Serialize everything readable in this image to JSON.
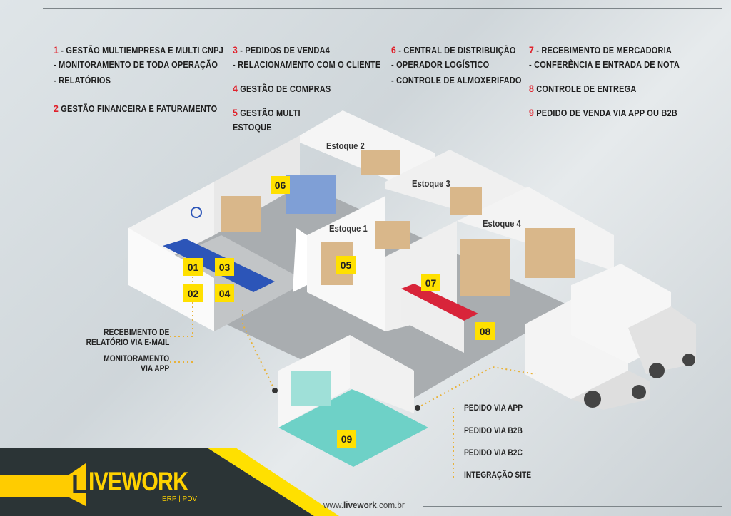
{
  "features": {
    "col1": [
      {
        "num": "1",
        "text": " - GESTÃO MULTIEMPRESA E MULTI CNPJ"
      },
      {
        "text": "- MONITORAMENTO DE TODA OPERAÇÃO"
      },
      {
        "text": "- RELATÓRIOS"
      },
      {
        "num": "2",
        "text": " GESTÃO FINANCEIRA E FATURAMENTO"
      }
    ],
    "col2": [
      {
        "num": "3",
        "text": " - PEDIDOS DE VENDA4"
      },
      {
        "text": "- RELACIONAMENTO COM O CLIENTE"
      },
      {
        "num": "4",
        "text": " GESTÃO DE COMPRAS"
      },
      {
        "num": "5",
        "text": " GESTÃO MULTI"
      },
      {
        "text": "ESTOQUE"
      }
    ],
    "col3": [
      {
        "num": "6",
        "text": " - CENTRAL DE DISTRIBUIÇÃO"
      },
      {
        "text": "- OPERADOR LOGÍSTICO"
      },
      {
        "text": "- CONTROLE DE ALMOXERIFADO"
      }
    ],
    "col4": [
      {
        "num": "7",
        "text": " - RECEBIMENTO DE MERCADORIA"
      },
      {
        "text": "- CONFERÊNCIA E ENTRADA DE NOTA"
      },
      {
        "num": "8",
        "text": " CONTROLE DE ENTREGA"
      },
      {
        "num": "9",
        "text": " PEDIDO DE VENDA VIA APP OU B2B"
      }
    ]
  },
  "rooms": [
    "Estoque 1",
    "Estoque 2",
    "Estoque 3",
    "Estoque 4"
  ],
  "badges": [
    "01",
    "02",
    "03",
    "04",
    "05",
    "06",
    "07",
    "08",
    "09"
  ],
  "left_labels": {
    "email_1": "RECEBIMENTO DE",
    "email_2": "RELATÓRIO VIA E-MAIL",
    "app_1": "MONITORAMENTO",
    "app_2": "VIA APP"
  },
  "right_labels": [
    "PEDIDO VIA APP",
    "PEDIDO VIA B2B",
    "PEDIDO VIA B2C",
    "INTEGRAÇÃO SITE"
  ],
  "brand": {
    "name": "IVEWORK",
    "initial": "L",
    "sub": "ERP | PDV",
    "url_pre": "www.",
    "url_main": "livework",
    "url_post": ".com.br"
  },
  "colors": {
    "accent": "#ffd200",
    "red": "#e0202a",
    "dark": "#2b3436"
  }
}
